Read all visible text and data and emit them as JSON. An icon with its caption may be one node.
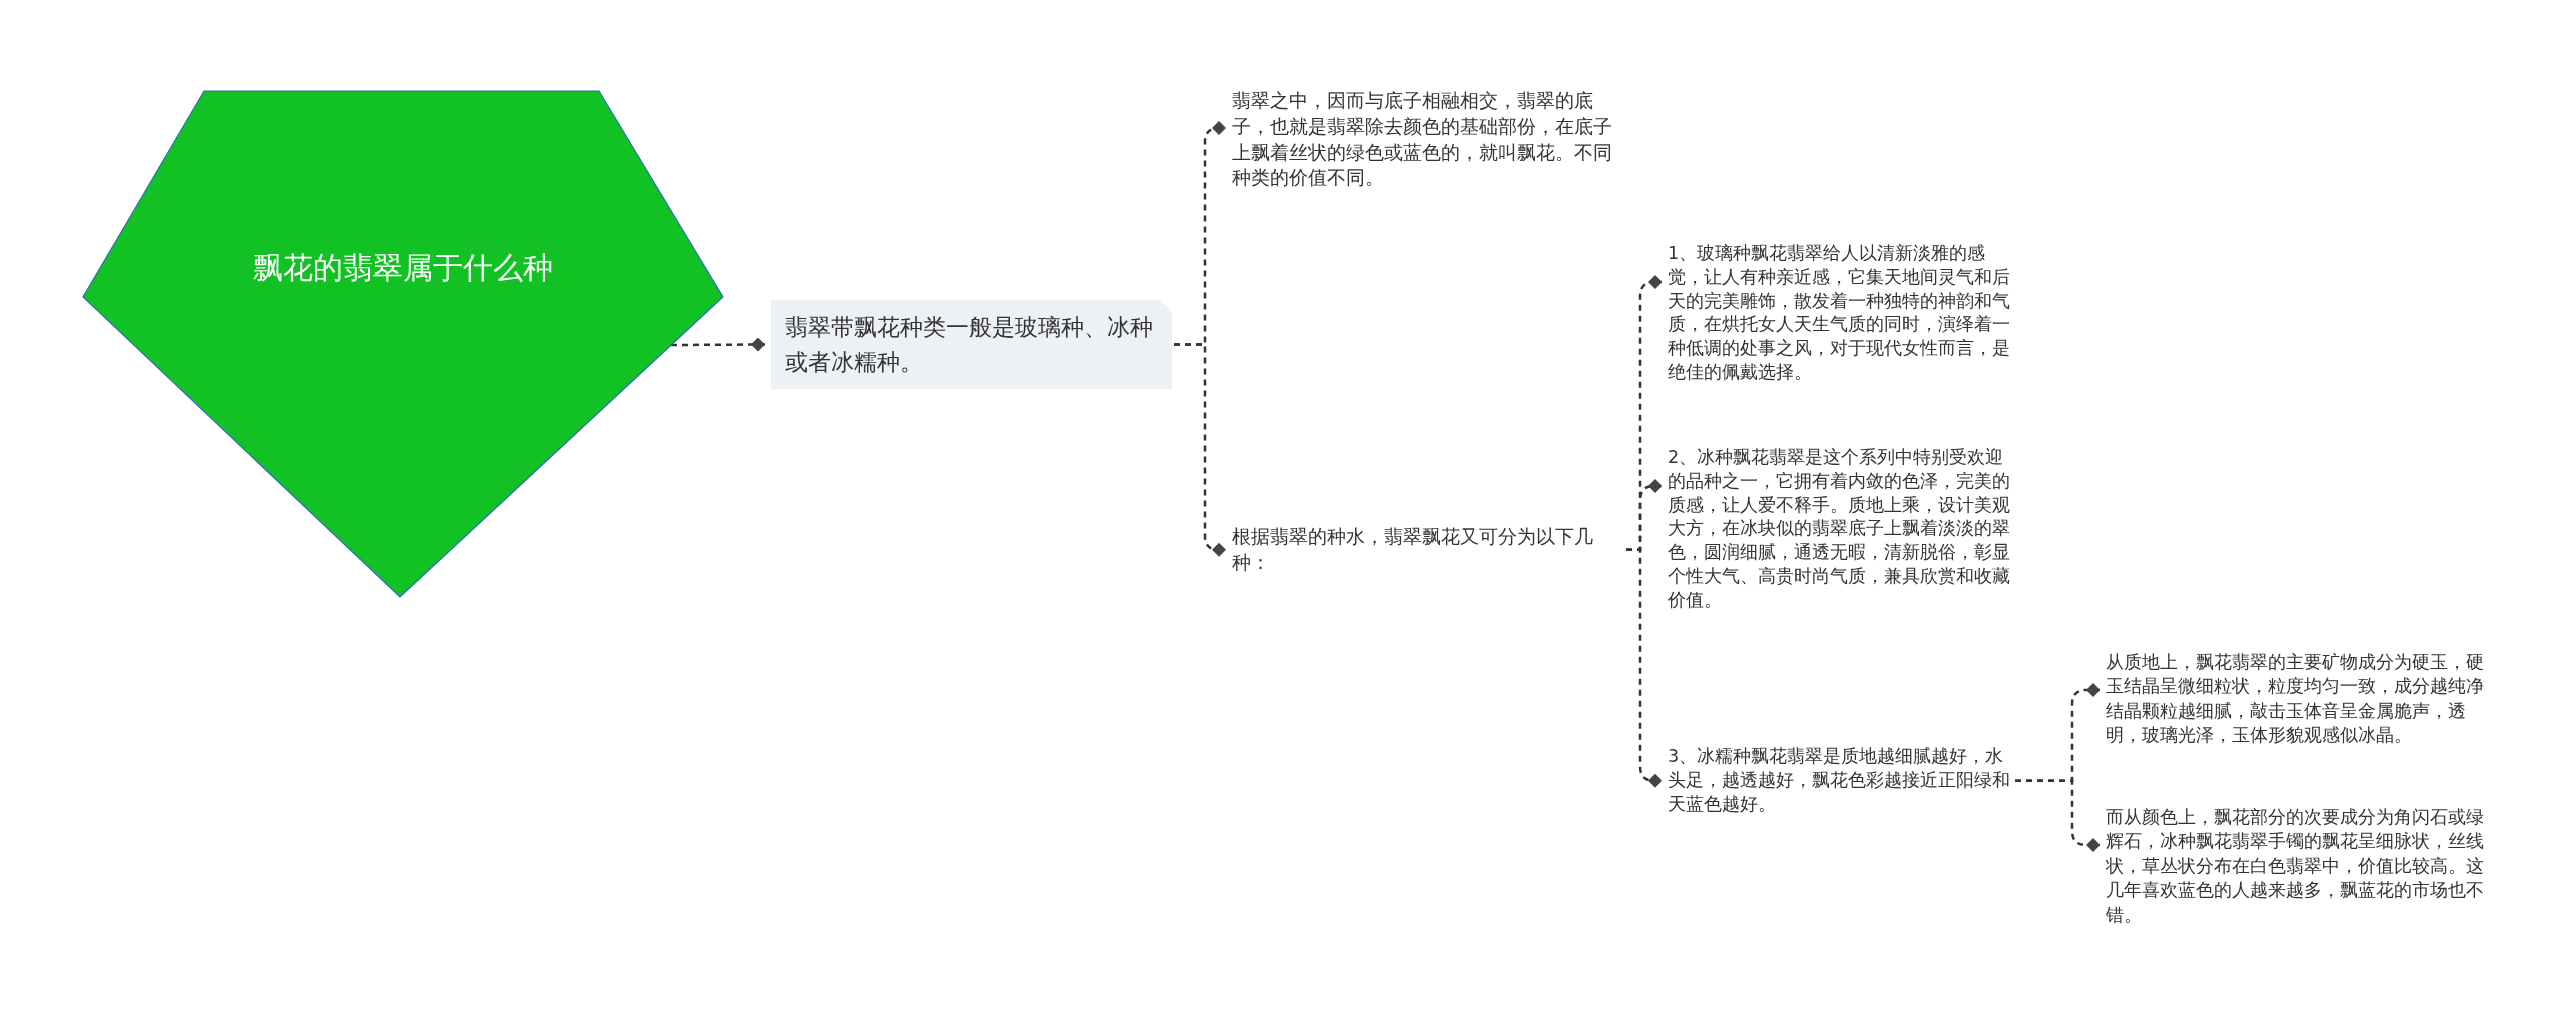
{
  "diagram": {
    "nodes": [
      {
        "text": [
          "飘花的翡翠属于什么种"
        ]
      },
      {
        "text": [
          "翡翠带飘花种类一般是玻璃种、冰种或者冰糯种。"
        ]
      },
      {
        "text": [
          "翡翠之中，因而与底子相融相交，翡翠的底子，也就是翡翠除去颜色的基础部份，在底子上飘着丝状的绿色或蓝色的，就叫飘花。不同种类的价值不同。"
        ]
      },
      {
        "text": [
          "根据翡翠的种水，翡翠飘花又可分为以下几种："
        ]
      },
      {
        "text": [
          "1、玻璃种飘花翡翠给人以清新淡雅的感觉，让人有种亲近感，它集天地间灵气和后天的完美雕饰，散发着一种独特的神韵和气质，在烘托女人天生气质的同时，演绎着一种低调的处事之风，对于现代女性而言，是绝佳的佩戴选择。"
        ]
      },
      {
        "text": [
          "2、冰种飘花翡翠是这个系列中特别受欢迎的品种之一，它拥有着内敛的色泽，完美的质感，让人爱不释手。质地上乘，设计美观大方，在冰块似的翡翠底子上飘着淡淡的翠色，圆润细腻，通透无暇，清新脱俗，彰显个性大气、高贵时尚气质，兼具欣赏和收藏价值。"
        ]
      },
      {
        "text": [
          "3、冰糯种飘花翡翠是质地越细腻越好，水头足，越透越好，飘花色彩越接近正阳绿和天蓝色越好。"
        ]
      },
      {
        "text": [
          "从质地上，飘花翡翠的主要矿物成分为硬玉，硬玉结晶呈微细粒状，粒度均匀一致，成分越纯净结晶颗粒越细腻，敲击玉体音呈金属脆声，透明，玻璃光泽，玉体形貌观感似冰晶。"
        ]
      },
      {
        "text": [
          "而从颜色上，飘花部分的次要成分为角闪石或绿辉石，冰种飘花翡翠手镯的飘花呈细脉状，丝线状，草丛状分布在白色翡翠中，价值比较高。这几年喜欢蓝色的人越来越多，飘蓝花的市场也不错。"
        ]
      }
    ],
    "edges": [
      {
        "from": 0,
        "to": 1,
        "arrow": "other"
      },
      {
        "from": 1,
        "to": 2,
        "arrow": "other"
      },
      {
        "from": 1,
        "to": 3,
        "arrow": "other"
      },
      {
        "from": 3,
        "to": 4,
        "arrow": "other"
      },
      {
        "from": 3,
        "to": 5,
        "arrow": "other"
      },
      {
        "from": 3,
        "to": 6,
        "arrow": "other"
      },
      {
        "from": 6,
        "to": 7,
        "arrow": "other"
      },
      {
        "from": 6,
        "to": 8,
        "arrow": "other"
      }
    ]
  }
}
